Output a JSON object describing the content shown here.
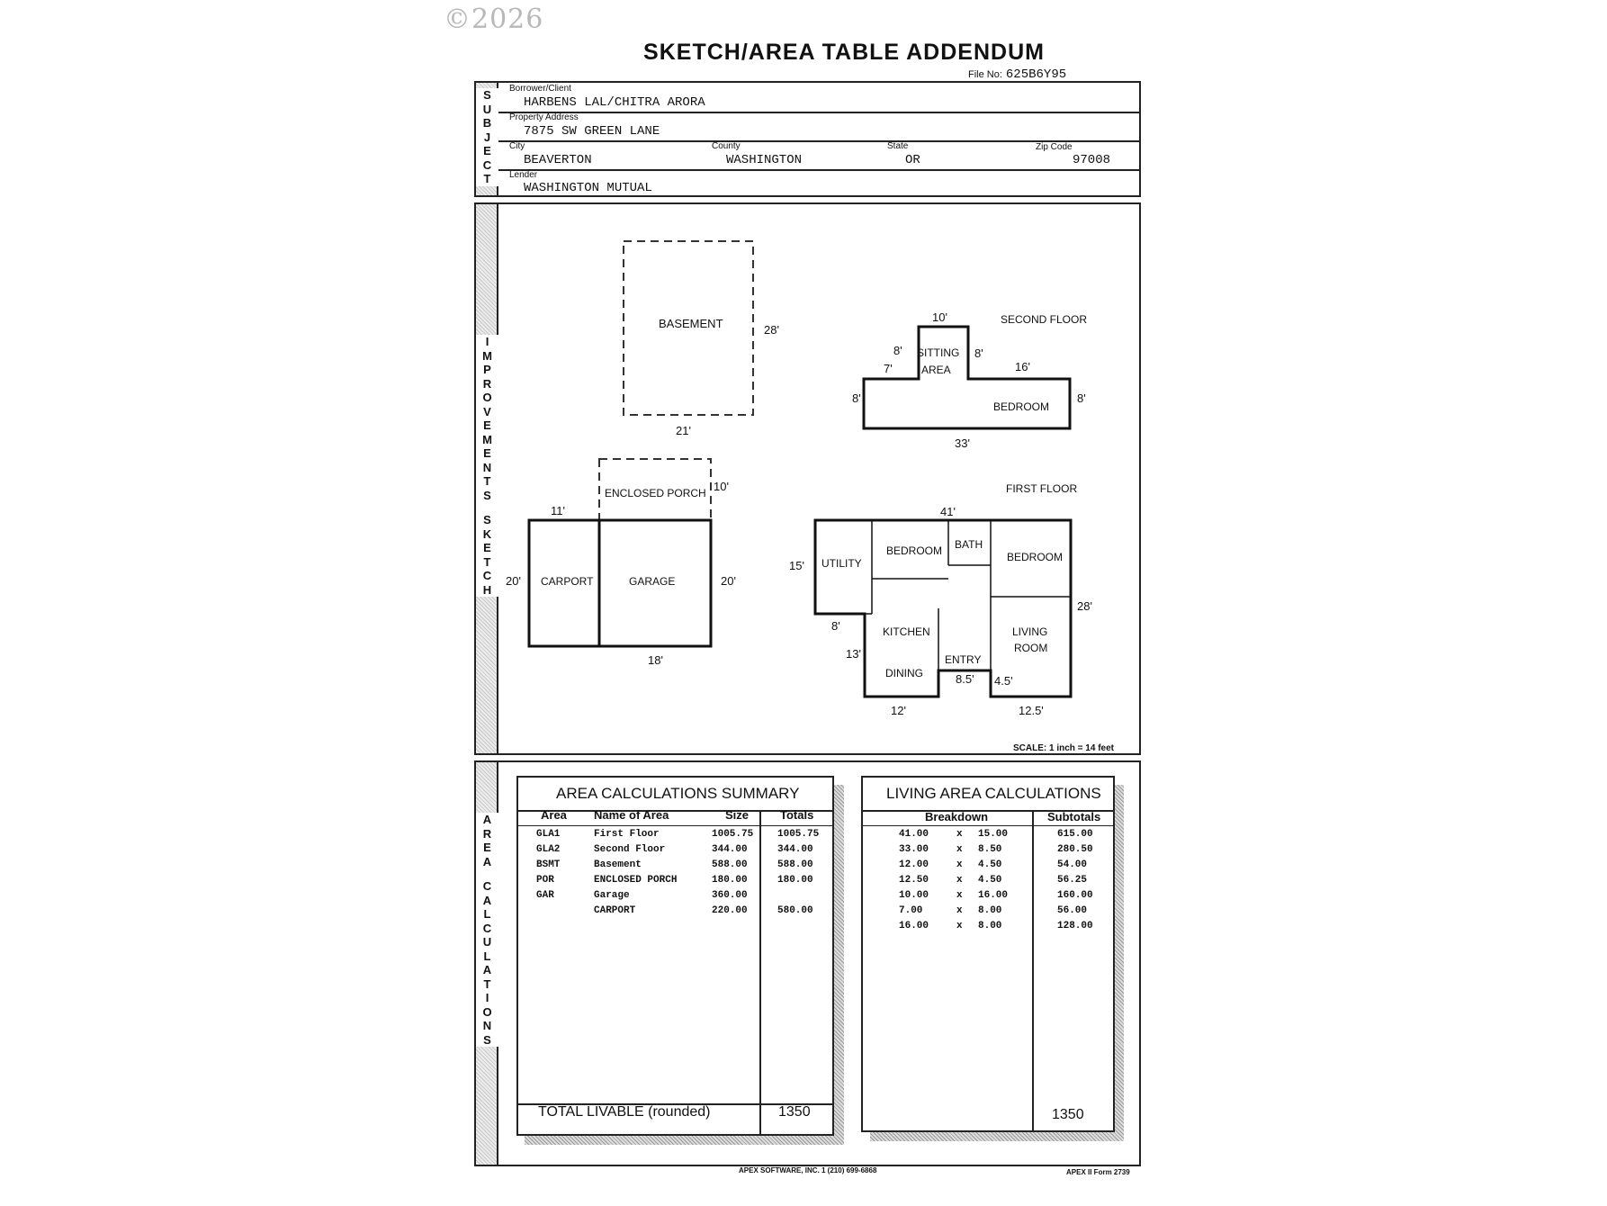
{
  "watermark": "©2026",
  "title": "SKETCH/AREA TABLE ADDENDUM",
  "file_no": {
    "label": "File No:",
    "value": "625B6Y95"
  },
  "subject": {
    "side_label": "SUBJECT",
    "borrower_label": "Borrower/Client",
    "borrower": "HARBENS LAL/CHITRA ARORA",
    "address_label": "Property Address",
    "address": "7875 SW GREEN LANE",
    "city_label": "City",
    "city": "BEAVERTON",
    "county_label": "County",
    "county": "WASHINGTON",
    "state_label": "State",
    "state": "OR",
    "zip_label": "Zip Code",
    "zip": "97008",
    "lender_label": "Lender",
    "lender": "WASHINGTON MUTUAL"
  },
  "sketch": {
    "side_label": "IMPROVEMENTS SKETCH",
    "scale": "SCALE: 1 inch = 14 feet",
    "basement": {
      "label": "BASEMENT",
      "width": "21'",
      "height": "28'"
    },
    "second_floor": {
      "title": "SECOND FLOOR",
      "sitting": [
        "SITTING",
        "AREA"
      ],
      "bedroom": "BEDROOM",
      "dims": {
        "top": "10'",
        "sit_left": "8'",
        "sit_right": "8'",
        "step_left": "7'",
        "step_right": "16'",
        "left": "8'",
        "right": "8'",
        "bottom": "33'"
      }
    },
    "garage_block": {
      "porch": "ENCLOSED PORCH",
      "porch_dim": "10'",
      "carport": "CARPORT",
      "carport_width": "11'",
      "garage": "GARAGE",
      "left": "20'",
      "right": "20'",
      "bottom": "18'"
    },
    "first_floor": {
      "title": "FIRST FLOOR",
      "utility": "UTILITY",
      "bedroom1": "BEDROOM",
      "bath": "BATH",
      "bedroom2": "BEDROOM",
      "kitchen": "KITCHEN",
      "dining": "DINING",
      "entry": "ENTRY",
      "living": [
        "LIVING",
        "ROOM"
      ],
      "dims": {
        "top": "41'",
        "left": "15'",
        "right": "28'",
        "step": "8'",
        "kitchen_left": "13'",
        "entry": "8.5'",
        "entry_right": "4.5'",
        "bottom_left": "12'",
        "bottom_right": "12.5'"
      }
    }
  },
  "area_calc": {
    "side_label": "AREA CALCULATIONS",
    "summary_title": "AREA  CALCULATIONS  SUMMARY",
    "summary_headers": [
      "Area",
      "Name of Area",
      "Size",
      "Totals"
    ],
    "summary_rows": [
      {
        "code": "GLA1",
        "name": "First Floor",
        "size": "1005.75",
        "total": "1005.75"
      },
      {
        "code": "GLA2",
        "name": "Second Floor",
        "size": "344.00",
        "total": "344.00"
      },
      {
        "code": "BSMT",
        "name": "Basement",
        "size": "588.00",
        "total": "588.00"
      },
      {
        "code": "POR",
        "name": "ENCLOSED PORCH",
        "size": "180.00",
        "total": "180.00"
      },
      {
        "code": "GAR",
        "name": "Garage",
        "size": "360.00",
        "total": ""
      },
      {
        "code": "",
        "name": "CARPORT",
        "size": "220.00",
        "total": "580.00"
      }
    ],
    "total_label": "TOTAL LIVABLE  (rounded)",
    "total_value": "1350",
    "living_title": "LIVING AREA CALCULATIONS",
    "living_headers": [
      "Breakdown",
      "Subtotals"
    ],
    "living_rows": [
      {
        "a": "41.00",
        "x": "x",
        "b": "15.00",
        "sub": "615.00"
      },
      {
        "a": "33.00",
        "x": "x",
        "b": "8.50",
        "sub": "280.50"
      },
      {
        "a": "12.00",
        "x": "x",
        "b": "4.50",
        "sub": "54.00"
      },
      {
        "a": "12.50",
        "x": "x",
        "b": "4.50",
        "sub": "56.25"
      },
      {
        "a": "10.00",
        "x": "x",
        "b": "16.00",
        "sub": "160.00"
      },
      {
        "a": "7.00",
        "x": "x",
        "b": "8.00",
        "sub": "56.00"
      },
      {
        "a": "16.00",
        "x": "x",
        "b": "8.00",
        "sub": "128.00"
      }
    ],
    "living_total": "1350"
  },
  "footer": {
    "left": "APEX SOFTWARE, INC. 1 (210) 699-6868",
    "right": "APEX II Form 2739"
  }
}
